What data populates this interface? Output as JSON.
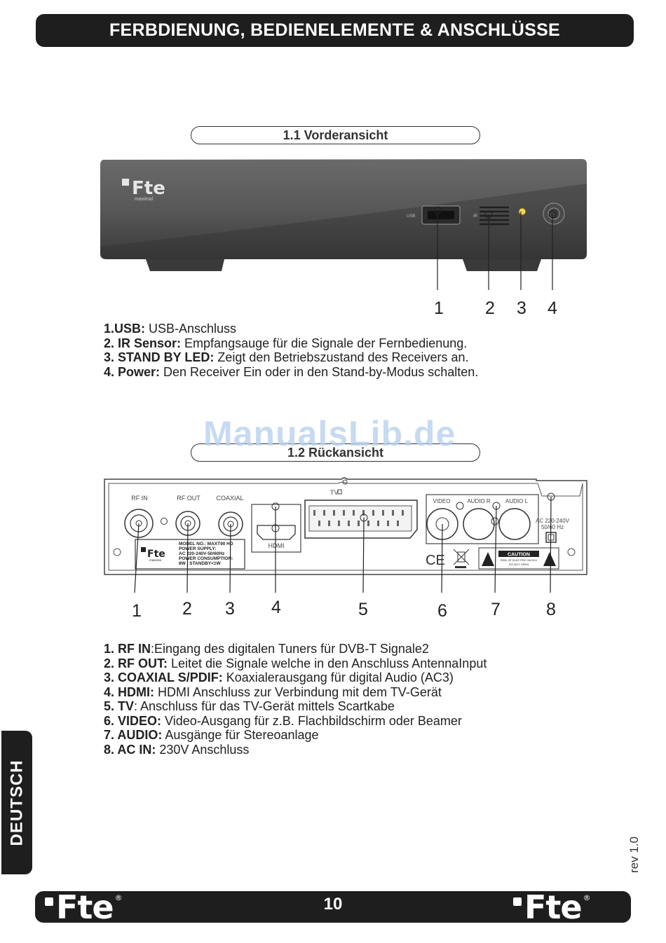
{
  "header": {
    "title": "FERBDIENUNG, BEDIENELEMENTE & ANSCHLÜSSE"
  },
  "front": {
    "section_title": "1.1 Vorderansicht",
    "device_brand": "Fte",
    "device_subbrand": "maximal",
    "port_label_usb": "USB",
    "port_label_ir": "IR",
    "callouts": [
      "1",
      "2",
      "3",
      "4"
    ],
    "items": [
      {
        "term": "1.USB:",
        "text": " USB-Anschluss"
      },
      {
        "term": "2. IR Sensor:",
        "text": " Empfangsauge für die Signale der Fernbedienung."
      },
      {
        "term": "3. STAND BY LED:",
        "text": " Zeigt den Betriebszustand des Receivers an."
      },
      {
        "term": "4. Power:",
        "text": " Den Receiver Ein oder in den Stand-by-Modus schalten."
      }
    ]
  },
  "watermark": "ManualsLib.de",
  "rear": {
    "section_title": "1.2 Rückansicht",
    "labels": {
      "rf_in": "RF IN",
      "rf_out": "RF OUT",
      "coaxial": "COAXIAL",
      "hdmi": "HDMI",
      "tv": "TV",
      "video": "VIDEO",
      "audio_r": "AUDIO R",
      "audio_l": "AUDIO L",
      "ac1": "AC 220-240V",
      "ac2": "50/60 Hz",
      "sticker_brand": "Fte",
      "sticker_sub": "maximal",
      "sticker_lines": [
        "MODEL NO.: MAXT90 HD",
        "POWER SUPPLY:",
        "AC 220-240V-50/60Hz",
        "POWER CONSUMPTION:",
        "8W / STANDBY<1W"
      ],
      "ce": "CE",
      "caution": "CAUTION",
      "caution_sub1": "RISK OF ELECTRIC SHOCK",
      "caution_sub2": "DO NOT OPEN"
    },
    "callouts": [
      "1",
      "2",
      "3",
      "4",
      "5",
      "6",
      "7",
      "8"
    ],
    "items": [
      {
        "term": "1. RF IN",
        "text": ":Eingang des digitalen Tuners für DVB-T Signale2"
      },
      {
        "term": "2. RF OUT:",
        "text": " Leitet die Signale welche in den Anschluss AntennaInput"
      },
      {
        "term": "3. COAXIAL S/PDIF:",
        "text": " Koaxialerausgang für digital Audio (AC3)"
      },
      {
        "term": "4. HDMI:",
        "text": " HDMI Anschluss zur Verbindung mit dem TV-Gerät"
      },
      {
        "term": "5. TV",
        "text": ": Anschluss für das TV-Gerät mittels Scartkabe"
      },
      {
        "term": "6. VIDEO:",
        "text": " Video-Ausgang für z.B. Flachbildschirm oder Beamer"
      },
      {
        "term": "7. AUDIO:",
        "text": " Ausgänge für Stereoanlage"
      },
      {
        "term": "8. AC IN:",
        "text": " 230V Anschluss"
      }
    ]
  },
  "side_tab": "DEUTSCH",
  "revision": "rev 1.0",
  "footer": {
    "page_number": "10",
    "logo_left": "Fte",
    "logo_right": "Fte",
    "reg_mark": "®"
  }
}
